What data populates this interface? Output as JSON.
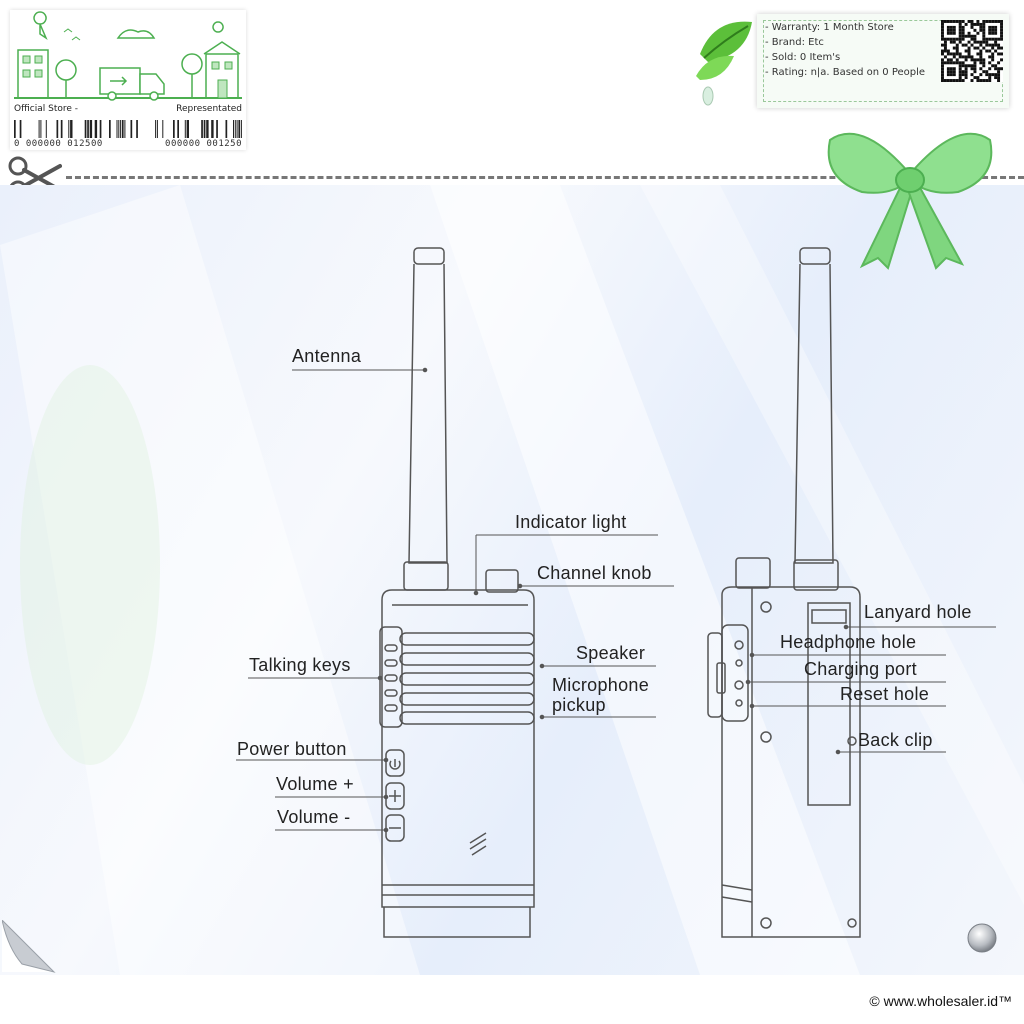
{
  "store_card": {
    "official_store": "Official Store -",
    "represented": "Representated",
    "barcode_left": "0 000000 012500",
    "barcode_right": "000000 001250"
  },
  "info": {
    "warranty": "- Warranty: 1 Month Store",
    "brand": "- Brand: Etc",
    "sold": "- Sold: 0 Item's",
    "rating": "- Rating: n|a. Based on 0 People"
  },
  "labels": {
    "antenna": "Antenna",
    "indicator_light": "Indicator light",
    "channel_knob": "Channel knob",
    "talking_keys": "Talking keys",
    "speaker": "Speaker",
    "microphone_pickup_1": "Microphone",
    "microphone_pickup_2": "pickup",
    "power_button": "Power button",
    "volume_plus": "Volume +",
    "volume_minus": "Volume -",
    "lanyard_hole": "Lanyard hole",
    "headphone_hole": "Headphone hole",
    "charging_port": "Charging port",
    "reset_hole": "Reset hole",
    "back_clip": "Back clip"
  },
  "footer": "© www.wholesaler.id™",
  "colors": {
    "accent_green": "#4caf50",
    "bow_green": "#8fe08f",
    "line_gray": "#555555"
  },
  "icons": [
    "scissors-icon",
    "leaf-icon",
    "qr-code-icon",
    "bow-icon",
    "page-curl-icon",
    "metal-button-icon"
  ]
}
